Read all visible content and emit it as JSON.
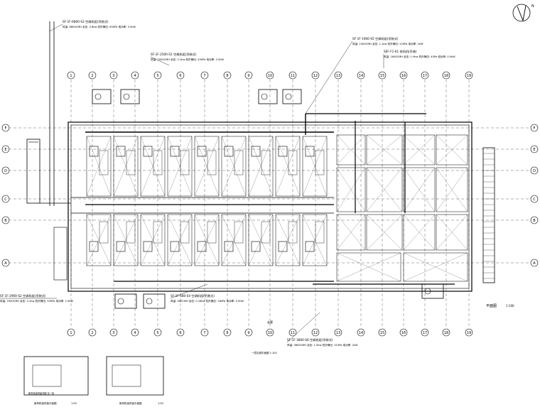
{
  "drawing": {
    "axis_top": [
      "1",
      "2",
      "3",
      "4",
      "5",
      "6",
      "7",
      "8",
      "9",
      "10",
      "11",
      "12",
      "13",
      "14",
      "15",
      "16",
      "17",
      "18",
      "19"
    ],
    "axis_bottom": [
      "1",
      "2",
      "3",
      "4",
      "5",
      "6",
      "7",
      "8",
      "9",
      "10",
      "11",
      "12",
      "13",
      "14",
      "15",
      "16",
      "17",
      "18",
      "19"
    ],
    "axis_left": [
      "F",
      "E",
      "D",
      "C",
      "B",
      "A"
    ],
    "axis_right": [
      "F",
      "E",
      "D",
      "C",
      "B",
      "A"
    ],
    "callouts": [
      {
        "tag": "SF-1F-6800-S3  空调机组(吊装式)",
        "spec": "风量: 6800CMH  余压: 3.8kw  机外静压: 650Pa  电功率: 5.5kW"
      },
      {
        "tag": "SF-1F-2500-S1  空调机组(吊装式)",
        "spec": "风量: 2500CMH  余压: 2.2kw  机外静压: 450Pa  电功率: 2.5kW"
      },
      {
        "tag": "SF-1F-1900-S5  空调机组(吊装式)",
        "spec": "风量: 1900CMH  余压: 1.1kw  机外静压: 220Pa  电功率: 2kW"
      },
      {
        "tag": "SEF-F1-01  排风机(吊装)",
        "spec": "风量: 1600CMH  余压: 1.9kw  机外静压: 40Pa  电功率: 0.5kW"
      },
      {
        "tag": "SF-1F-2900-S2  空调机组(吊装式)",
        "spec": "风量: 2900CMH  余压: 2.2kw  机外静压: 330Pa  电功率: 2.5kW"
      },
      {
        "tag": "SF-1F-580-S4  空调机组(吊装式)",
        "spec": "风量: 580CMH  余压: 0.18kw  机外静压: 180Pa  电功率: 0.5kW"
      },
      {
        "tag": "SF-1F-3800-S6  空调机组(吊装式)",
        "spec": "风量: 3800CMH  余压: 1.5kw  机外静压: 315Pa  电功率: 2kW"
      }
    ],
    "plan_title": "平面图",
    "plan_scale": "1:100",
    "center_label": "走廊",
    "detail_title_1": "新风机组吊装平面图",
    "detail_title_2": "新风机组吊装平面图",
    "detail_scale": "1:50",
    "detail_note": "新风机组吊装详图  见一张",
    "bottom_center_label": "一层空调平面图  1:100",
    "compass_label": "N"
  }
}
